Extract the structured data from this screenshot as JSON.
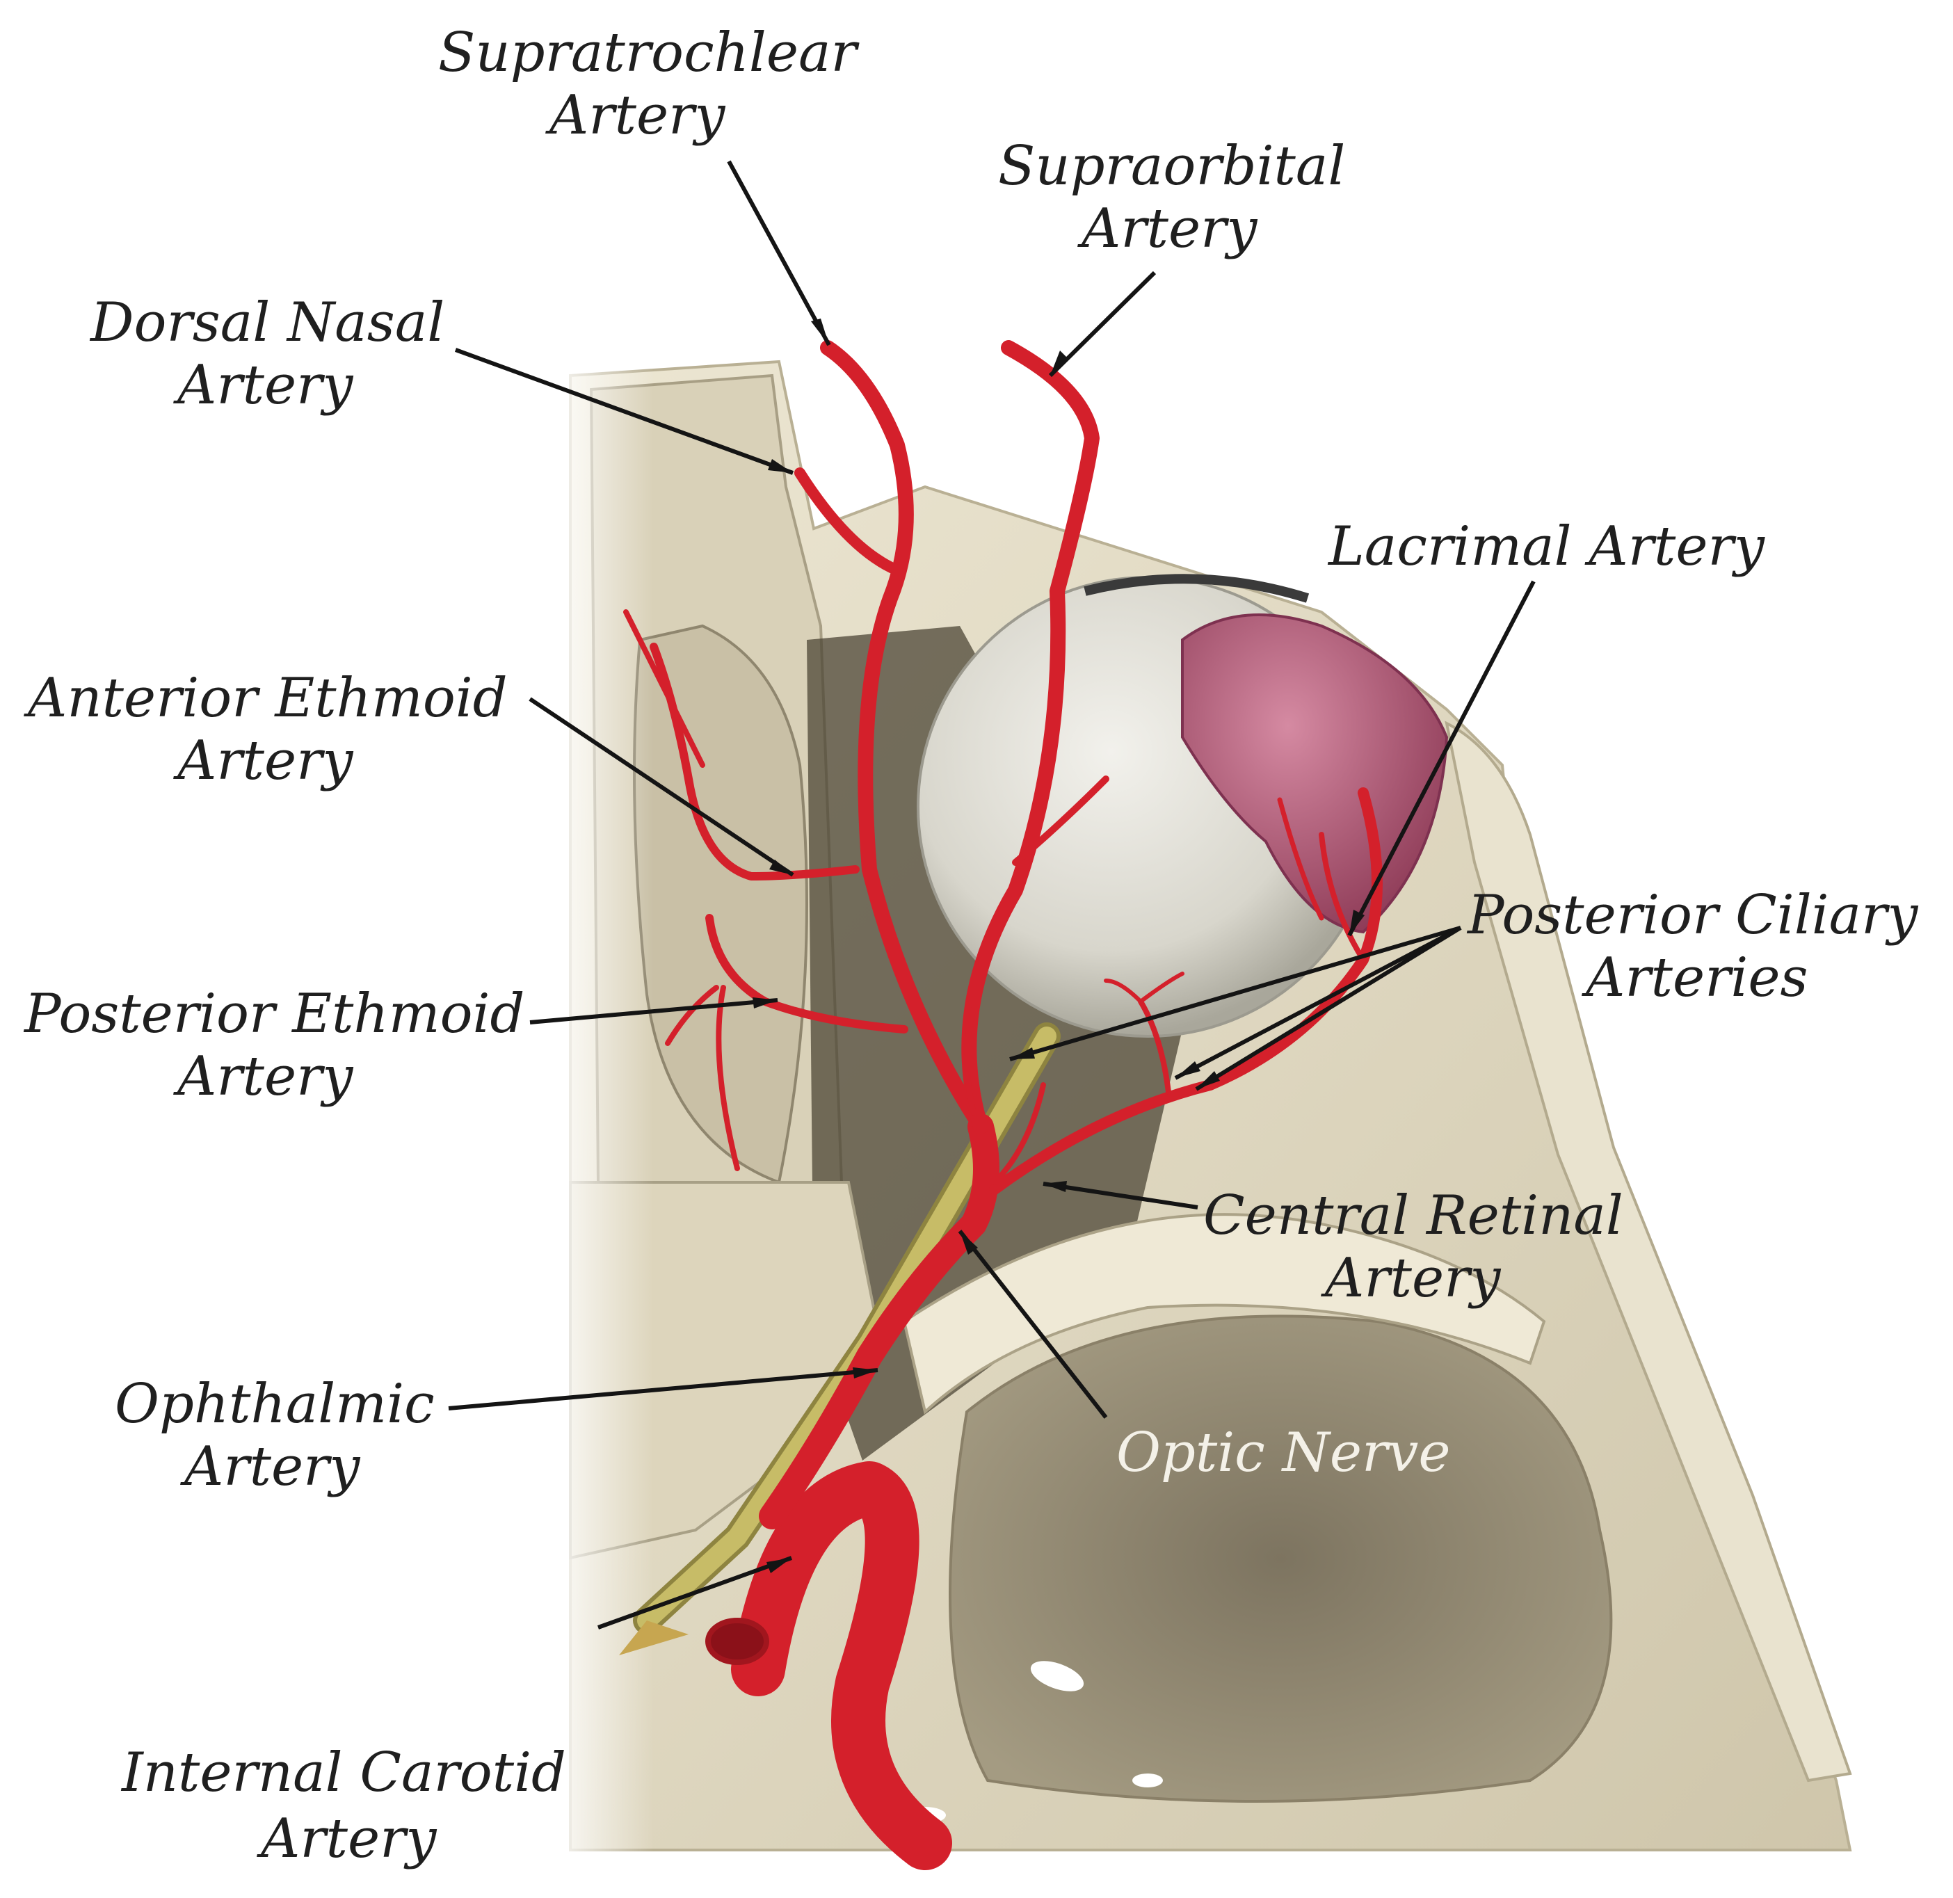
{
  "labels": {
    "supratrochlear_1": "Supratrochlear",
    "supratrochlear_2": "Artery",
    "supraorbital_1": "Supraorbital",
    "supraorbital_2": "Artery",
    "dorsal_nasal_1": "Dorsal Nasal",
    "dorsal_nasal_2": "Artery",
    "lacrimal": "Lacrimal Artery",
    "anterior_ethmoid_1": "Anterior Ethmoid",
    "anterior_ethmoid_2": "Artery",
    "posterior_ciliary_1": "Posterior Ciliary",
    "posterior_ciliary_2": "Arteries",
    "posterior_ethmoid_1": "Posterior Ethmoid",
    "posterior_ethmoid_2": "Artery",
    "central_retinal_1": "Central Retinal",
    "central_retinal_2": "Artery",
    "ophthalmic_1": "Ophthalmic",
    "ophthalmic_2": "Artery",
    "optic_nerve": "Optic Nerve",
    "internal_carotid_1": "Internal Carotid",
    "internal_carotid_2": "Artery"
  },
  "colors": {
    "artery": "#d4202b",
    "bone": "#e3dcc6",
    "bone_shadow": "#9b927a",
    "nerve": "#b8ad58",
    "eyeball": "#dedcd3",
    "lacrimal_gland": "#b45b78",
    "cavity": "#6a604c"
  }
}
